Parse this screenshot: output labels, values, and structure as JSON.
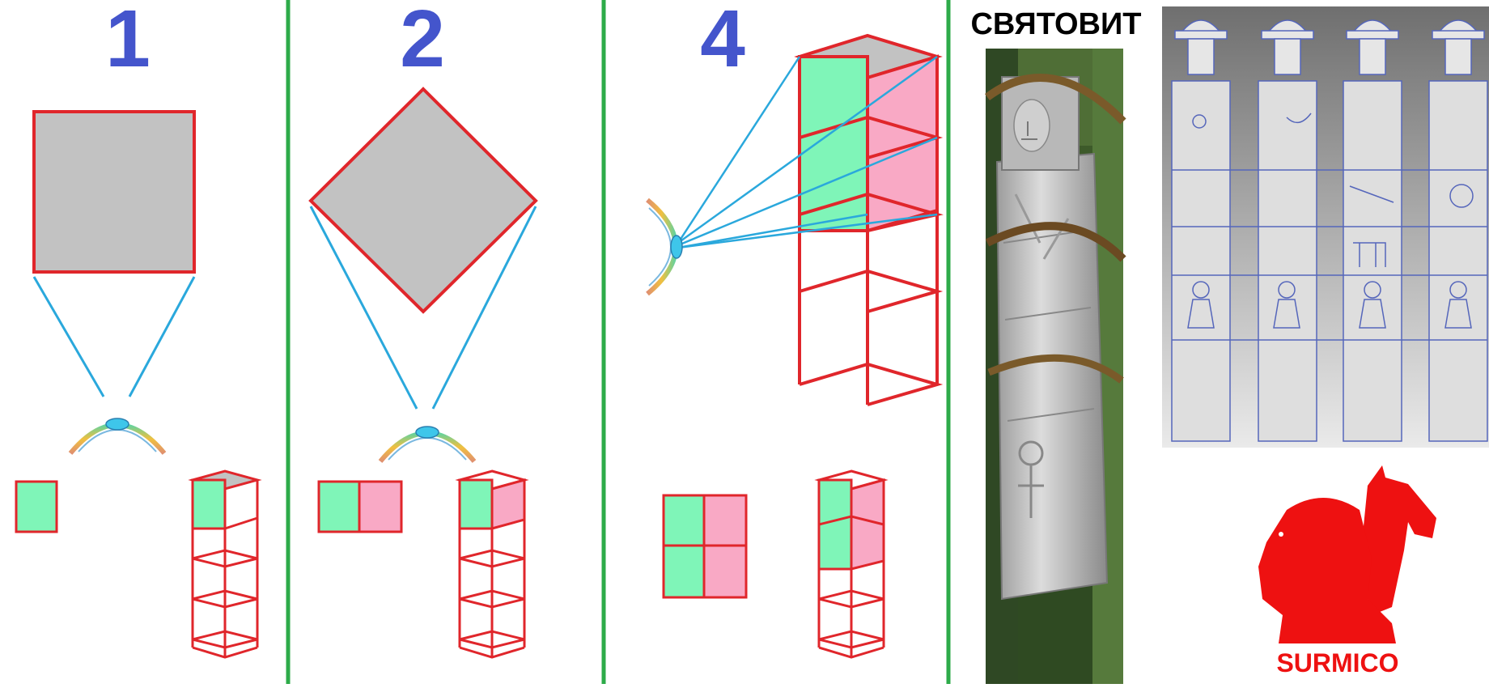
{
  "panels": [
    {
      "number": "1"
    },
    {
      "number": "2"
    },
    {
      "number": "4"
    }
  ],
  "idol": {
    "title": "СВЯТОВИТ"
  },
  "logo": {
    "name": "SURMICO"
  },
  "colors": {
    "frame_red": "#e0262b",
    "sight_line_blue": "#2aa8dc",
    "face_gray": "#c2c2c2",
    "face_green": "#7ff5b8",
    "face_pink": "#f9a9c5",
    "divider_green": "#2dab49",
    "number_blue": "#4455cc",
    "logo_red": "#ee1111"
  }
}
